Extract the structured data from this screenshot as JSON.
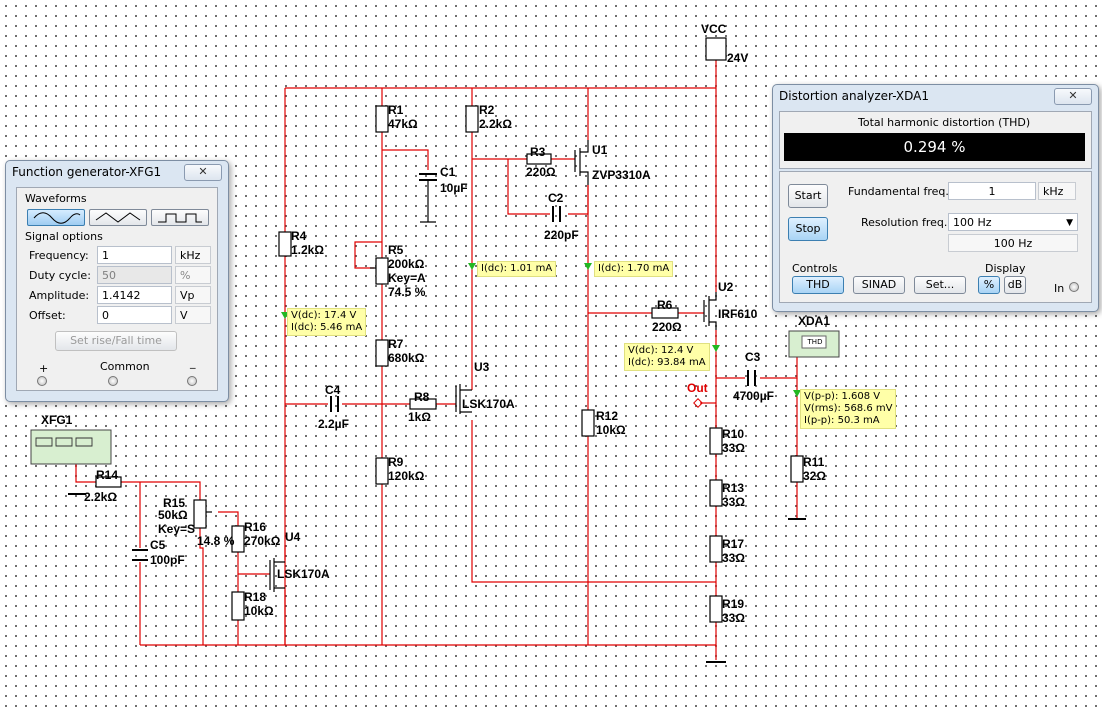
{
  "schematic": {
    "vcc": {
      "name": "VCC",
      "value": "24V"
    },
    "components": [
      {
        "id": "r1",
        "name": "R1",
        "value": "47kΩ"
      },
      {
        "id": "r2",
        "name": "R2",
        "value": "2.2kΩ"
      },
      {
        "id": "r3",
        "name": "R3",
        "value": "220Ω"
      },
      {
        "id": "r4",
        "name": "R4",
        "value": "1.2kΩ"
      },
      {
        "id": "r5",
        "name": "R5",
        "value": "200kΩ",
        "extra1": "Key=A",
        "extra2": "74.5 %"
      },
      {
        "id": "r6",
        "name": "R6",
        "value": "220Ω"
      },
      {
        "id": "r7",
        "name": "R7",
        "value": "680kΩ"
      },
      {
        "id": "r8",
        "name": "R8",
        "value": "1kΩ"
      },
      {
        "id": "r9",
        "name": "R9",
        "value": "120kΩ"
      },
      {
        "id": "r10",
        "name": "R10",
        "value": "33Ω"
      },
      {
        "id": "r11",
        "name": "R11",
        "value": "32Ω"
      },
      {
        "id": "r12",
        "name": "R12",
        "value": "10kΩ"
      },
      {
        "id": "r13",
        "name": "R13",
        "value": "33Ω"
      },
      {
        "id": "r14",
        "name": "R14",
        "value": "2.2kΩ"
      },
      {
        "id": "r15",
        "name": "R15",
        "value": "50kΩ",
        "extra1": "Key=S",
        "extra2": "14.8 %"
      },
      {
        "id": "r16",
        "name": "R16",
        "value": "270kΩ"
      },
      {
        "id": "r17",
        "name": "R17",
        "value": "33Ω"
      },
      {
        "id": "r18",
        "name": "R18",
        "value": "10kΩ"
      },
      {
        "id": "r19",
        "name": "R19",
        "value": "33Ω"
      },
      {
        "id": "c1",
        "name": "C1",
        "value": "10µF"
      },
      {
        "id": "c2",
        "name": "C2",
        "value": "220pF"
      },
      {
        "id": "c3",
        "name": "C3",
        "value": "4700µF"
      },
      {
        "id": "c4",
        "name": "C4",
        "value": "2.2µF"
      },
      {
        "id": "c5",
        "name": "C5",
        "value": "100pF"
      },
      {
        "id": "u1",
        "name": "U1",
        "value": "ZVP3310A"
      },
      {
        "id": "u2",
        "name": "U2",
        "value": "IRF610"
      },
      {
        "id": "u3",
        "name": "U3",
        "value": "LSK170A"
      },
      {
        "id": "u4",
        "name": "U4",
        "value": "LSK170A"
      }
    ],
    "out_label": "Out",
    "xfg_label": "XFG1",
    "xda_label": "XDA1",
    "xda_icon_text": "THD",
    "probes": [
      {
        "id": "p1",
        "lines": [
          "V(dc): 17.4 V",
          "I(dc): 5.46 mA"
        ]
      },
      {
        "id": "p2",
        "lines": [
          "I(dc): 1.01 mA"
        ]
      },
      {
        "id": "p3",
        "lines": [
          "I(dc): 1.70 mA"
        ]
      },
      {
        "id": "p4",
        "lines": [
          "V(dc): 12.4 V",
          "I(dc): 93.84 mA"
        ]
      },
      {
        "id": "p5",
        "lines": [
          "V(p-p): 1.608 V",
          "V(rms): 568.6 mV",
          "I(p-p): 50.3 mA"
        ]
      }
    ],
    "colors": {
      "wire_red": "#e00000",
      "wire_black": "#000000",
      "probe_bg": "#ffffa8",
      "probe_arrow": "#22b822"
    }
  },
  "function_generator": {
    "title": "Function generator-XFG1",
    "waveforms_label": "Waveforms",
    "waveforms": [
      "sine-wave-icon",
      "triangle-wave-icon",
      "square-wave-icon"
    ],
    "active_waveform": "sine",
    "signal_options_label": "Signal options",
    "fields": [
      {
        "label": "Frequency:",
        "value": "1",
        "unit": "kHz",
        "disabled": false
      },
      {
        "label": "Duty cycle:",
        "value": "50",
        "unit": "%",
        "disabled": true
      },
      {
        "label": "Amplitude:",
        "value": "1.4142",
        "unit": "Vp",
        "disabled": false
      },
      {
        "label": "Offset:",
        "value": "0",
        "unit": "V",
        "disabled": false
      }
    ],
    "rise_fall_label": "Set rise/Fall time",
    "terminals": {
      "plus": "+",
      "common": "Common",
      "minus": "_"
    }
  },
  "distortion_analyzer": {
    "title": "Distortion analyzer-XDA1",
    "thd_heading": "Total harmonic distortion (THD)",
    "thd_value": "0.294 %",
    "start_label": "Start",
    "stop_label": "Stop",
    "fundamental_label": "Fundamental freq.",
    "fundamental_value": "1",
    "fundamental_unit": "kHz",
    "resolution_label": "Resolution freq.",
    "resolution_value": "100 Hz",
    "resolution_readout": "100 Hz",
    "controls_label": "Controls",
    "display_label": "Display",
    "thd_btn": "THD",
    "sinad_btn": "SINAD",
    "set_btn": "Set...",
    "percent_btn": "%",
    "db_btn": "dB",
    "in_label": "In"
  }
}
